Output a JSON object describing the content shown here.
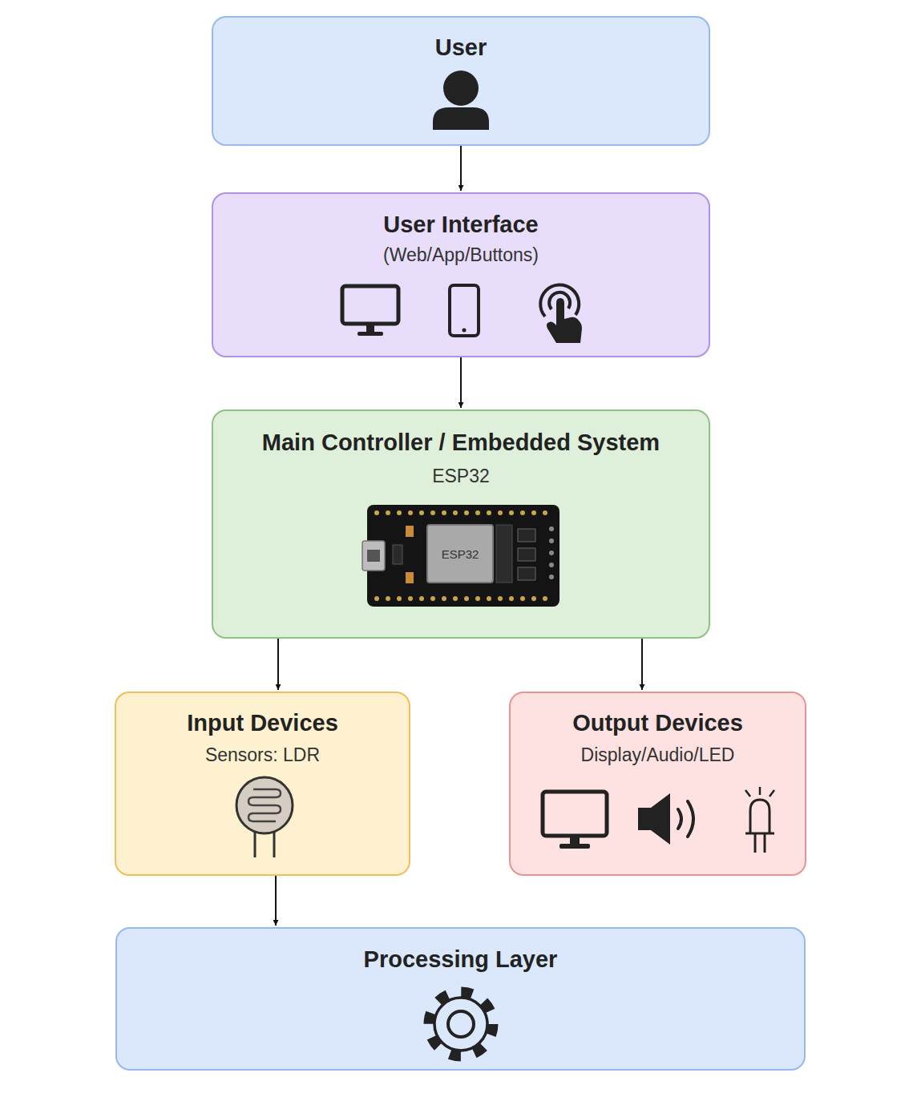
{
  "diagram": {
    "nodes": [
      {
        "text": [
          "User"
        ]
      },
      {
        "text": [
          "User Interface",
          "(Web/App/Buttons)"
        ]
      },
      {
        "text": [
          "Main Controller / Embedded System",
          "ESP32"
        ]
      },
      {
        "text": [
          "Input Devices",
          "Sensors: LDR"
        ]
      },
      {
        "text": [
          "Output Devices",
          "Display/Audio/LED"
        ]
      },
      {
        "text": [
          "Processing Layer"
        ]
      }
    ],
    "edges": [
      {
        "from": 0,
        "to": 1,
        "arrow": "to"
      },
      {
        "from": 1,
        "to": 2,
        "arrow": "to"
      },
      {
        "from": 2,
        "to": 3,
        "arrow": "to"
      },
      {
        "from": 2,
        "to": 4,
        "arrow": "to"
      },
      {
        "from": 3,
        "to": 5,
        "arrow": "to"
      }
    ],
    "labels": [
      "ESP32"
    ]
  }
}
